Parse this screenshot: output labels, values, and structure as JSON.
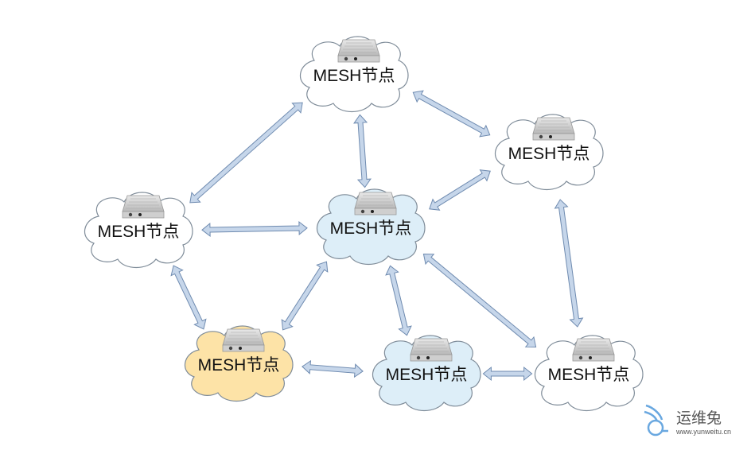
{
  "nodes": [
    {
      "id": "top",
      "label": "MESH节点",
      "style": "white"
    },
    {
      "id": "right",
      "label": "MESH节点",
      "style": "white"
    },
    {
      "id": "left",
      "label": "MESH节点",
      "style": "white"
    },
    {
      "id": "center",
      "label": "MESH节点",
      "style": "blue"
    },
    {
      "id": "bottom-left",
      "label": "MESH节点",
      "style": "yellow"
    },
    {
      "id": "bottom-mid",
      "label": "MESH节点",
      "style": "blue"
    },
    {
      "id": "bottom-right",
      "label": "MESH节点",
      "style": "white"
    }
  ],
  "edges": [
    [
      "top",
      "left"
    ],
    [
      "top",
      "center"
    ],
    [
      "top",
      "right"
    ],
    [
      "right",
      "center"
    ],
    [
      "right",
      "bottom-right"
    ],
    [
      "left",
      "center"
    ],
    [
      "left",
      "bottom-left"
    ],
    [
      "center",
      "bottom-left"
    ],
    [
      "center",
      "bottom-mid"
    ],
    [
      "center",
      "bottom-right"
    ],
    [
      "bottom-left",
      "bottom-mid"
    ],
    [
      "bottom-mid",
      "bottom-right"
    ]
  ],
  "colors": {
    "white_fill": "#ffffff",
    "blue_fill": "#ddeef8",
    "yellow_fill": "#fde3a7",
    "cloud_stroke": "#7f8c99",
    "arrow_fill": "#c6d6ea",
    "arrow_stroke": "#6f8bb0"
  },
  "watermark": {
    "name": "运维兔",
    "url": "www.yunweitu.cn"
  }
}
